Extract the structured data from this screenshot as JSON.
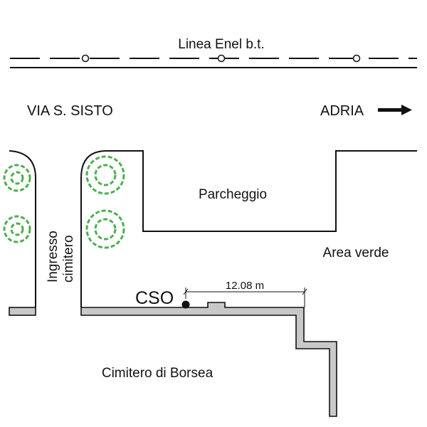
{
  "labels": {
    "power_line": "Linea Enel b.t.",
    "street": "VIA S. SISTO",
    "direction": "ADRIA",
    "parking": "Parcheggio",
    "green_area": "Area verde",
    "entrance_line1": "Ingresso",
    "entrance_line2": "cimitero",
    "cso": "CSO",
    "distance": "12.08 m",
    "cemetery": "Cimitero di Borsea"
  },
  "colors": {
    "tree": "#4caf50",
    "wall_fill": "#c8c8c8",
    "line": "#111111"
  }
}
